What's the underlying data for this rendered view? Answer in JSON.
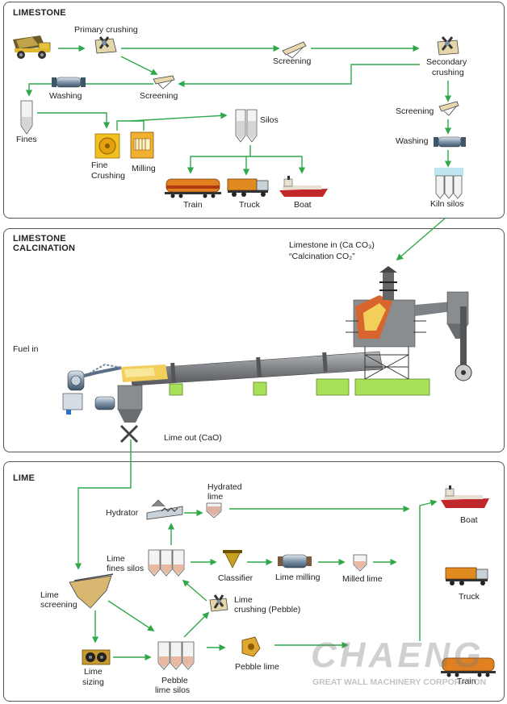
{
  "colors": {
    "arrow": "#2fa84a",
    "equipment_green": "#a8e05a",
    "kiln_gray": "#8a8d90"
  },
  "panels": {
    "limestone": {
      "title": "LIMESTONE",
      "labels": {
        "primary_crushing": "Primary crushing",
        "screening1": "Screening",
        "secondary_crushing_1": "Secondary",
        "secondary_crushing_2": "crushing",
        "washing1": "Washing",
        "screening2": "Screening",
        "fines": "Fines",
        "fine_crushing_1": "Fine",
        "fine_crushing_2": "Crushing",
        "milling": "Milling",
        "silos": "Silos",
        "train": "Train",
        "truck": "Truck",
        "boat": "Boat",
        "screening3": "Screening",
        "washing2": "Washing",
        "kiln_silos": "Kiln silos"
      }
    },
    "calcination": {
      "title_1": "LIMESTONE",
      "title_2": "CALCINATION",
      "labels": {
        "limestone_in": "Limestone in (Ca CO₃)",
        "calcination_co2": "“Calcination CO₂”",
        "fuel_in": "Fuel in",
        "lime_out": "Lime out (CaO)"
      }
    },
    "lime": {
      "title": "LIME",
      "labels": {
        "hydrated_lime_1": "Hydrated",
        "hydrated_lime_2": "lime",
        "hydrator": "Hydrator",
        "boat": "Boat",
        "lime_fines_silos_1": "Lime",
        "lime_fines_silos_2": "fines silos",
        "classifier": "Classifier",
        "lime_milling": "Lime milling",
        "milled_lime": "Milled lime",
        "truck": "Truck",
        "lime_screening_1": "Lime",
        "lime_screening_2": "screening",
        "lime_crushing_1": "Lime",
        "lime_crushing_2": "crushing (Pebble)",
        "lime_sizing_1": "Lime",
        "lime_sizing_2": "sizing",
        "pebble_lime_silos_1": "Pebble",
        "pebble_lime_silos_2": "lime silos",
        "pebble_lime": "Pebble lime",
        "train": "Train"
      }
    }
  },
  "watermark": {
    "logo_text": "CHAENG",
    "company": "GREAT WALL MACHINERY CORPORATION"
  }
}
